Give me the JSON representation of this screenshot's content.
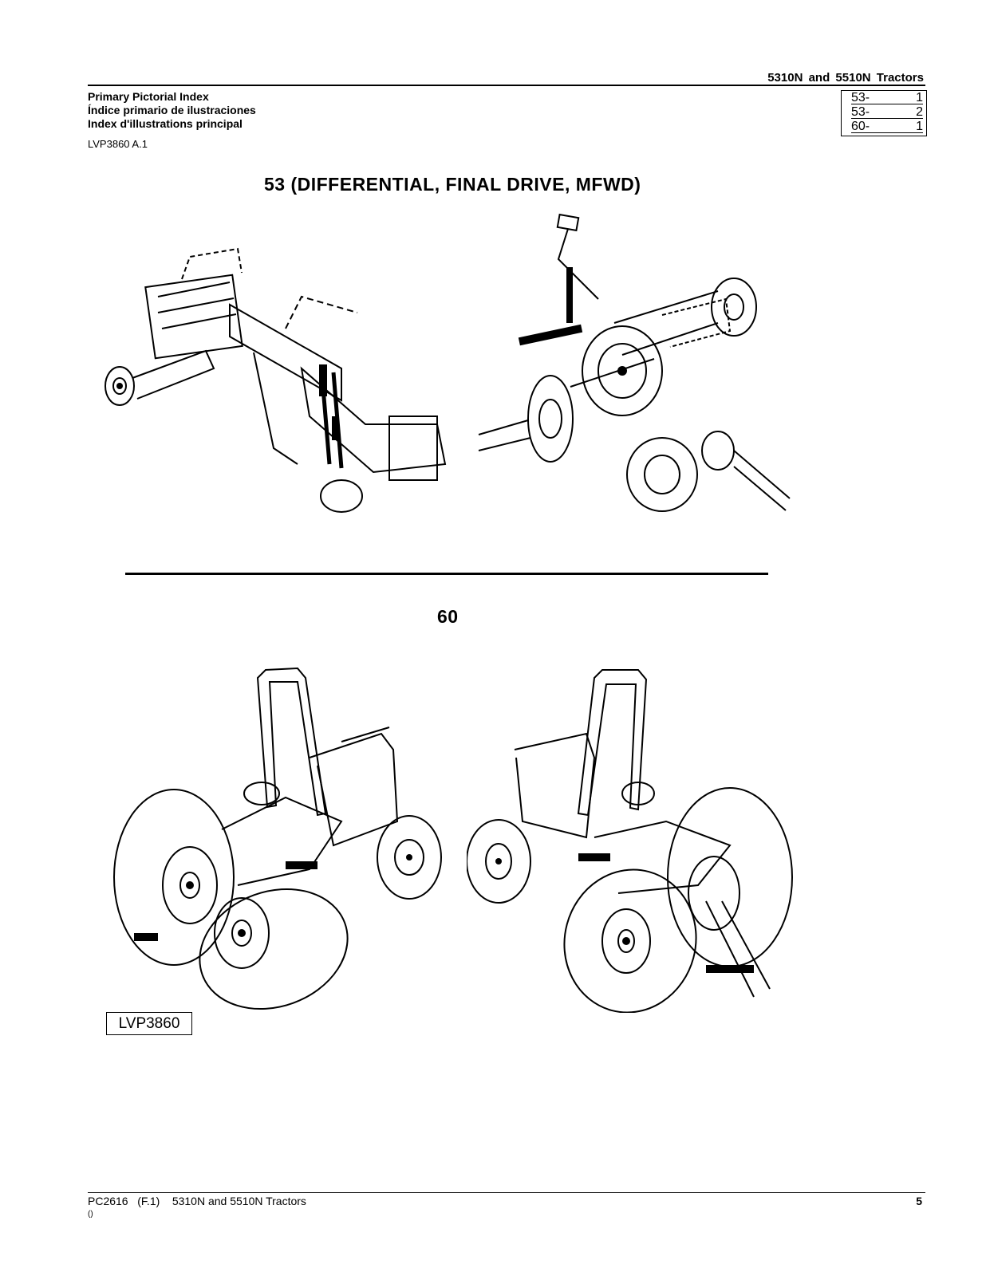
{
  "header": {
    "title": "5310N and 5510N Tractors"
  },
  "index_titles": [
    "Primary Pictorial Index",
    "Índice primario de ilustraciones",
    "Index d'illustrations principal"
  ],
  "reference_code": "LVP3860 A.1",
  "section_refs": [
    {
      "section": "53-",
      "page": "1"
    },
    {
      "section": "53-",
      "page": "2"
    },
    {
      "section": "60-",
      "page": "1"
    }
  ],
  "sections": [
    {
      "heading": "53 (DIFFERENTIAL, FINAL DRIVE, MFWD)"
    },
    {
      "heading": "60"
    }
  ],
  "illustration_label": "LVP3860",
  "footer": {
    "left": "PC2616   (F.1)    5310N and 5510N Tractors",
    "page": "5",
    "small": "()"
  }
}
